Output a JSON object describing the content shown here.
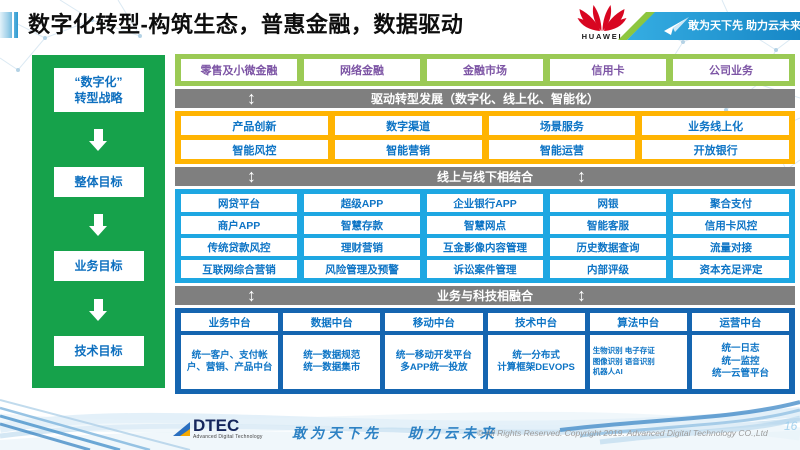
{
  "header": {
    "title": "数字化转型-构筑生态，普惠金融，数据驱动",
    "huawei_wordmark": "HUAWEI",
    "banner_slogan": "敢为天下先 助力云未来"
  },
  "icons": {
    "updown_arrow": "↕"
  },
  "colors": {
    "sidebar_green": "#16a24b",
    "business_green": "#9bca55",
    "bar_gray": "#7f7f7f",
    "transform_yellow": "#ffb402",
    "channel_cyan": "#1ea7e2",
    "platform_blue": "#1565b0",
    "button_text_purple": "#7d55a5",
    "button_text_blue": "#0d74c5",
    "huawei_red": "#d80621",
    "banner_blue": "#2aa4de",
    "banner_green": "#8dc63f"
  },
  "sidebar": {
    "strategy_line1": "“数字化”",
    "strategy_line2": "转型战略",
    "goals": [
      "整体目标",
      "业务目标",
      "技术目标"
    ]
  },
  "main": {
    "business_lines": [
      "零售及小微金融",
      "网络金融",
      "金融市场",
      "信用卡",
      "公司业务"
    ],
    "bar_drive": "驱动转型发展（数字化、线上化、智能化）",
    "transform": [
      [
        "产品创新",
        "数字渠道",
        "场景服务",
        "业务线上化"
      ],
      [
        "智能风控",
        "智能营销",
        "智能运营",
        "开放银行"
      ]
    ],
    "bar_online_offline": "线上与线下相结合",
    "channels": [
      [
        "网贷平台",
        "超级APP",
        "企业银行APP",
        "网银",
        "聚合支付"
      ],
      [
        "商户APP",
        "智慧存款",
        "智慧网点",
        "智能客服",
        "信用卡风控"
      ],
      [
        "传统贷款风控",
        "理财营销",
        "互金影像内容管理",
        "历史数据查询",
        "流量对接"
      ],
      [
        "互联网综合营销",
        "风险管理及预警",
        "诉讼案件管理",
        "内部评级",
        "资本充足评定"
      ]
    ],
    "bar_biz_tech": "业务与科技相融合",
    "platforms": [
      {
        "title": "业务中台",
        "lines": [
          "统一客户、支付帐户、营销、产品中台"
        ]
      },
      {
        "title": "数据中台",
        "lines": [
          "统一数据规范",
          "统一数据集市"
        ]
      },
      {
        "title": "移动中台",
        "lines": [
          "统一移动开发平台",
          "多APP统一投放"
        ]
      },
      {
        "title": "技术中台",
        "lines": [
          "统一分布式",
          "计算框架DEVOPS"
        ]
      },
      {
        "title": "算法中台",
        "lines": [
          "生物识别 电子存证",
          "图像识别 语音识别",
          "机器人AI"
        ]
      },
      {
        "title": "运营中台",
        "lines": [
          "统一日志",
          "统一监控",
          "统一云管平台"
        ]
      }
    ]
  },
  "footer": {
    "logo_text": "DTEC",
    "logo_subtext": "Advanced Digital Technology",
    "slogan": "敢为天下先　 助力云未来",
    "copyright": "© All Rights Reserved. Copyright 2019. Advanced Digital Technology CO.,Ltd",
    "page_number": "16"
  }
}
